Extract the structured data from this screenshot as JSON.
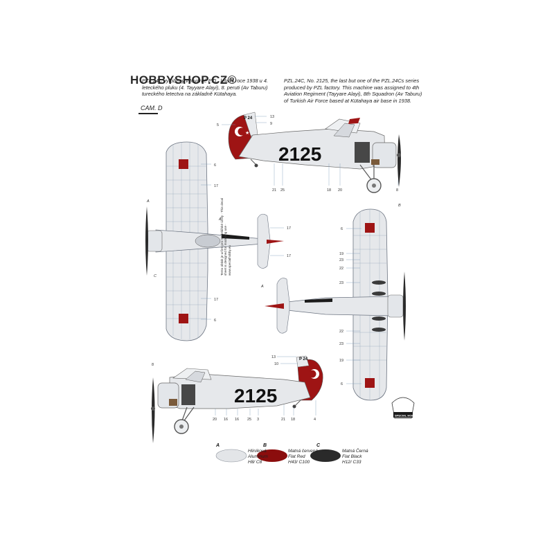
{
  "watermark": "HOBBYSHOP.CZ®",
  "description_cz": "PZL.24C vyrobený v továrně PZL, létal v roce 1938 u 4. leteckého pluku (4. Tayyare Alayi), 8. peruti (Av Taburu) tureckého letectva na základně Kütahaya.",
  "description_en": "PZL.24C, No. 2125, the last but one of the PZL.24Cs series produced by PZL factory. This machine was assigned to 4th Aviation Regiment (Tayyare Alayi), 8th Squadron (Av Taburu) of Turkish Air Force based at Kütahaya air base in 1938.",
  "camo_label": "CAM. D",
  "registration": "2125",
  "tail_code": "P 24",
  "side_view_top": {
    "callouts_left": [
      "5"
    ],
    "callouts_right": [
      "13",
      "9"
    ],
    "callouts_bottom": [
      "21",
      "25",
      "18",
      "20",
      "8"
    ],
    "view_letter": "B"
  },
  "top_view": {
    "callouts": [
      "6",
      "17",
      "17",
      "17",
      "17",
      "6"
    ],
    "letters": [
      "A",
      "A",
      "C"
    ]
  },
  "bottom_view": {
    "callouts": [
      "6",
      "19",
      "23",
      "22",
      "23",
      "22",
      "23",
      "19",
      "6"
    ],
    "letters": [
      "A"
    ]
  },
  "side_view_bottom": {
    "callouts_top": [
      "13",
      "10",
      "8"
    ],
    "callouts_bottom": [
      "20",
      "16",
      "16",
      "25",
      "3",
      "21",
      "18",
      "4"
    ]
  },
  "vertical_note": "Tento obtisk je určen pro modelářské účely · This decal sheet is designed for modelling use · www.specialhobby.eu",
  "legend": [
    {
      "letter": "A",
      "name_cz": "Hliníková",
      "name_en": "Aluminum",
      "code": "H8/ C8",
      "color": "#e3e5e8"
    },
    {
      "letter": "B",
      "name_cz": "Matná červená",
      "name_en": "Flat Red",
      "code": "H43/ C100",
      "color": "#8b0d0d"
    },
    {
      "letter": "C",
      "name_cz": "Matná Černá",
      "name_en": "Flat Black",
      "code": "H12/ C33",
      "color": "#2a2a2a"
    }
  ],
  "brand_logo": "SPECIAL HOBBY",
  "colors": {
    "aluminum": "#dfe2e6",
    "red": "#9e1414",
    "black": "#1b1b1b",
    "outline": "#6b7380"
  }
}
